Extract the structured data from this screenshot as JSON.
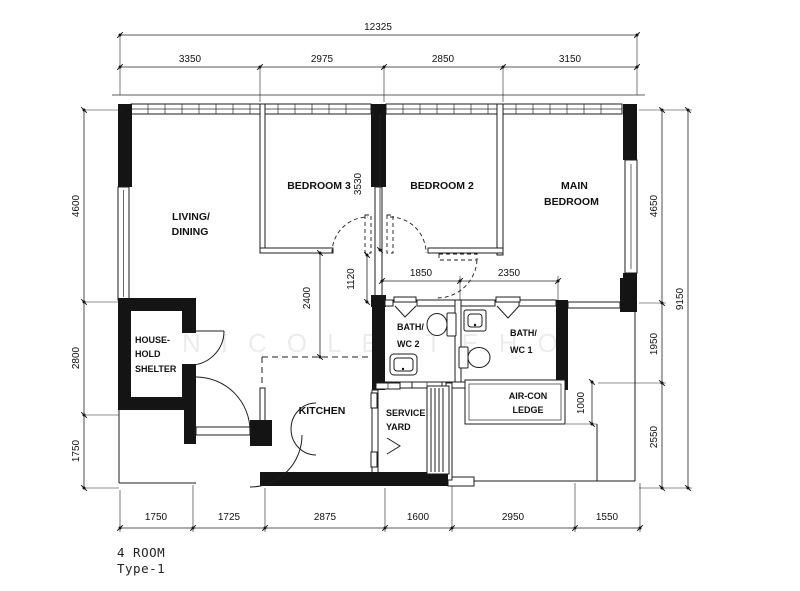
{
  "watermark": "NICOLE TEHO",
  "title": {
    "type_label": "4 ROOM",
    "variant_label": "Type-1"
  },
  "rooms": {
    "living_dining": [
      "LIVING/",
      "DINING"
    ],
    "bedroom3": "BEDROOM 3",
    "bedroom2": "BEDROOM 2",
    "main_bedroom": [
      "MAIN",
      "BEDROOM"
    ],
    "household_shelter": [
      "HOUSE-",
      "HOLD",
      "SHELTER"
    ],
    "kitchen": "KITCHEN",
    "service_yard": [
      "SERVICE",
      "YARD"
    ],
    "bath_wc2": [
      "BATH/",
      "WC 2"
    ],
    "bath_wc1": [
      "BATH/",
      "WC 1"
    ],
    "aircon_ledge": [
      "AIR-CON",
      "LEDGE"
    ]
  },
  "dims": {
    "top_total": "12325",
    "top": [
      "3350",
      "2975",
      "2850",
      "3150"
    ],
    "left": [
      "4600",
      "2800",
      "1750"
    ],
    "right": [
      "4650",
      "1950",
      "2550"
    ],
    "right_total": "9150",
    "bottom": [
      "1750",
      "1725",
      "2875",
      "1600",
      "2950",
      "1550"
    ],
    "inner": {
      "bedroom_wall": "3530",
      "hall": "1120",
      "kitchen_hall": "2400",
      "bath2": "1850",
      "bath1": "2350",
      "ledge": "1000"
    }
  }
}
